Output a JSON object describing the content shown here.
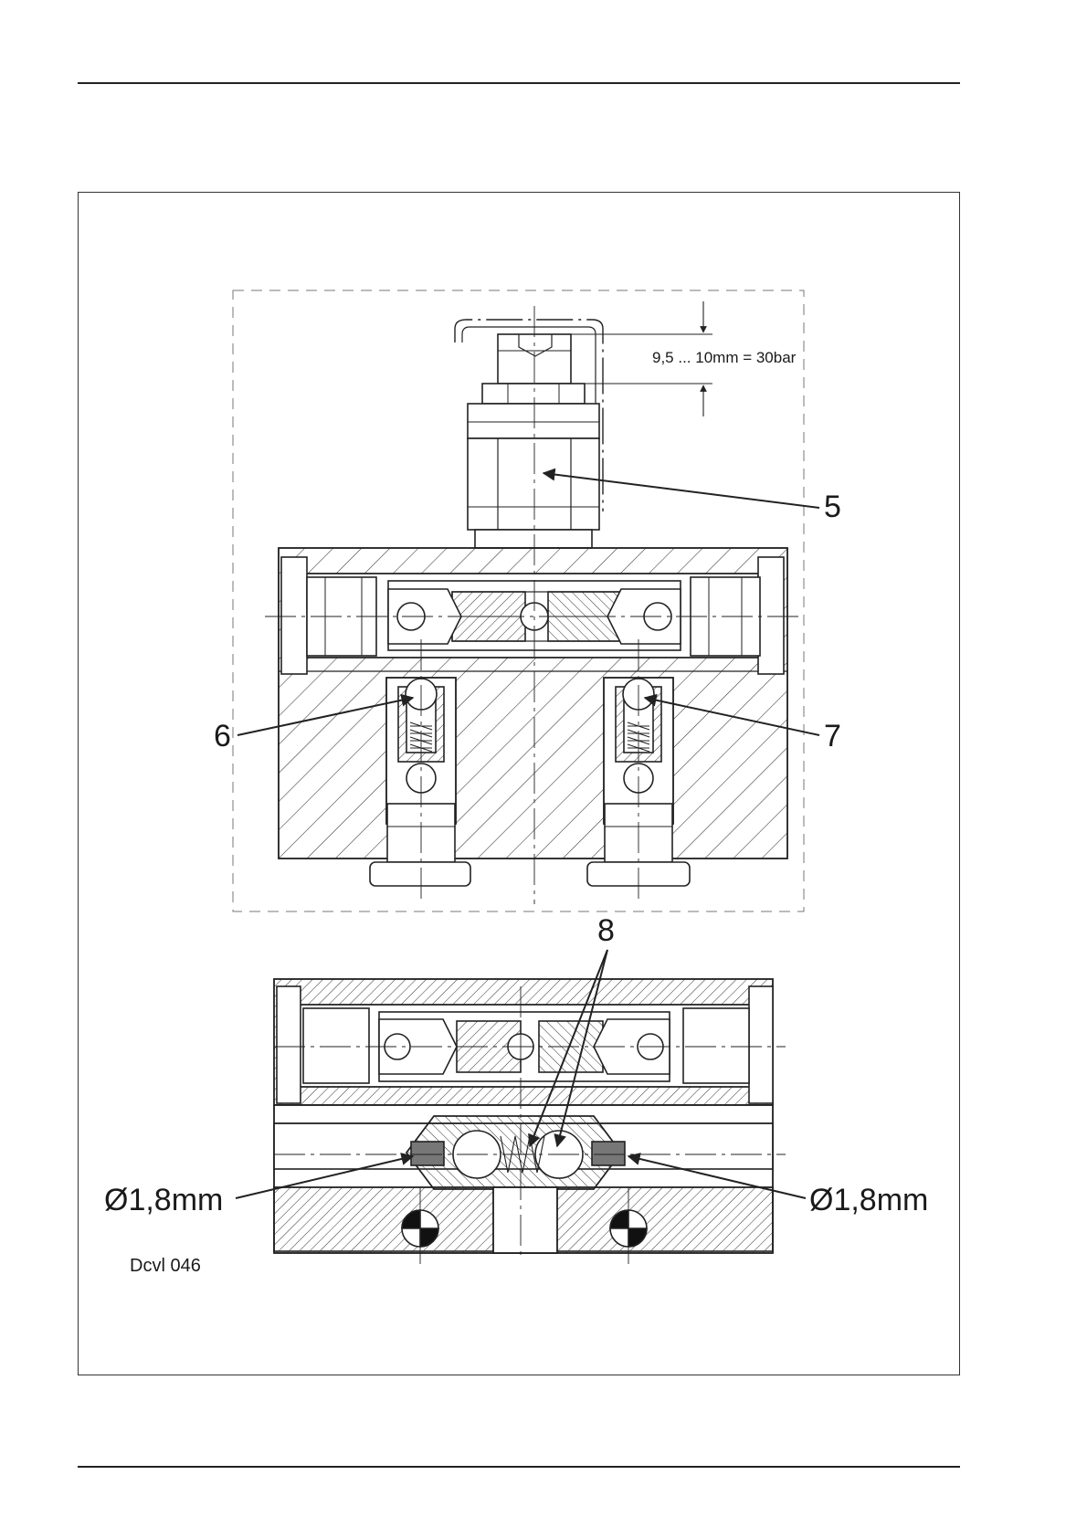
{
  "figure": {
    "dimension_label": "9,5 ... 10mm = 30bar",
    "callouts": {
      "c5": "5",
      "c6": "6",
      "c7": "7",
      "c8": "8"
    },
    "orifice_left": "Ø1,8mm",
    "orifice_right": "Ø1,8mm",
    "figure_code": "Dcvl 046"
  }
}
